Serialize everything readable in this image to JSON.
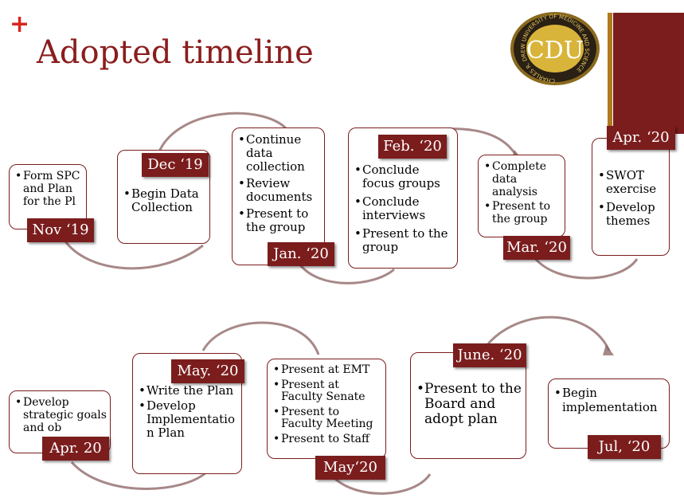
{
  "slide": {
    "plus": "+",
    "title": "Adopted timeline",
    "logo_text": "CDU",
    "logo_ring_text": "CHARLES R. DREW UNIVERSITY OF MEDICINE AND SCIENCE"
  },
  "colors": {
    "accent": "#7b1d1d",
    "gold": "#b07a1e",
    "plus": "#d7261e",
    "title": "#8b1d1d"
  },
  "row1": [
    {
      "tag": "Nov ‘19",
      "items": [
        "Form SPC and Plan for the Pl"
      ]
    },
    {
      "tag": "Dec ‘19",
      "items": [
        "Begin Data Collection"
      ]
    },
    {
      "tag": "Jan. ‘20",
      "items": [
        "Continue data collection",
        "Review documents",
        "Present to the group"
      ]
    },
    {
      "tag": "Feb. ‘20",
      "items": [
        "Conclude focus groups",
        "Conclude interviews",
        "Present to the group"
      ]
    },
    {
      "tag": "Mar. ‘20",
      "items": [
        "Complete data analysis",
        "Present to the group"
      ]
    },
    {
      "tag": "Apr. ‘20",
      "items": [
        "SWOT exercise",
        "Develop themes"
      ]
    }
  ],
  "row2": [
    {
      "tag": "Apr. 20",
      "items": [
        "Develop strategic goals and ob"
      ]
    },
    {
      "tag": "May. ‘20",
      "items": [
        "Write the Plan",
        "Develop Implementatio n Plan"
      ]
    },
    {
      "tag": "May‘20",
      "items": [
        "Present at EMT",
        "Present at Faculty Senate",
        "Present to Faculty Meeting",
        "Present to Staff"
      ]
    },
    {
      "tag": "June. ‘20",
      "items": [
        "Present to the Board and adopt plan"
      ]
    },
    {
      "tag": "Jul, ‘20",
      "items": [
        "Begin implementation"
      ]
    }
  ]
}
